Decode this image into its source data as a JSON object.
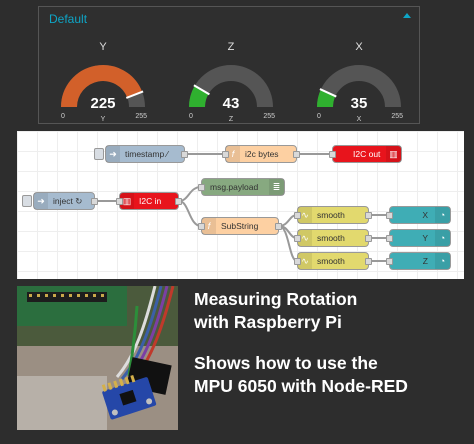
{
  "dashboard": {
    "group_title": "Default",
    "gauges": [
      {
        "label": "Y",
        "value": 225,
        "min": 0,
        "max": 255,
        "unit": "Y",
        "color": "#d2602a"
      },
      {
        "label": "Z",
        "value": 43,
        "min": 0,
        "max": 255,
        "unit": "Z",
        "color": "#2fb02f"
      },
      {
        "label": "X",
        "value": 35,
        "min": 0,
        "max": 255,
        "unit": "X",
        "color": "#2fb02f"
      }
    ]
  },
  "flow": {
    "nodes": {
      "timestamp": "timestamp ⁄",
      "i2c_bytes": "i2c bytes",
      "i2c_out": "I2C out",
      "inject": "inject ↻",
      "i2c_in": "I2C in",
      "msg_payload": "msg.payload",
      "substring": "SubString",
      "smooth_1": "smooth",
      "smooth_2": "smooth",
      "smooth_3": "smooth",
      "gauge_x": "X",
      "gauge_y": "Y",
      "gauge_z": "Z"
    }
  },
  "promo": {
    "line1": "Measuring Rotation",
    "line2": "with Raspberry Pi",
    "line3": "Shows how to use the",
    "line4": "MPU 6050 with Node-RED"
  }
}
